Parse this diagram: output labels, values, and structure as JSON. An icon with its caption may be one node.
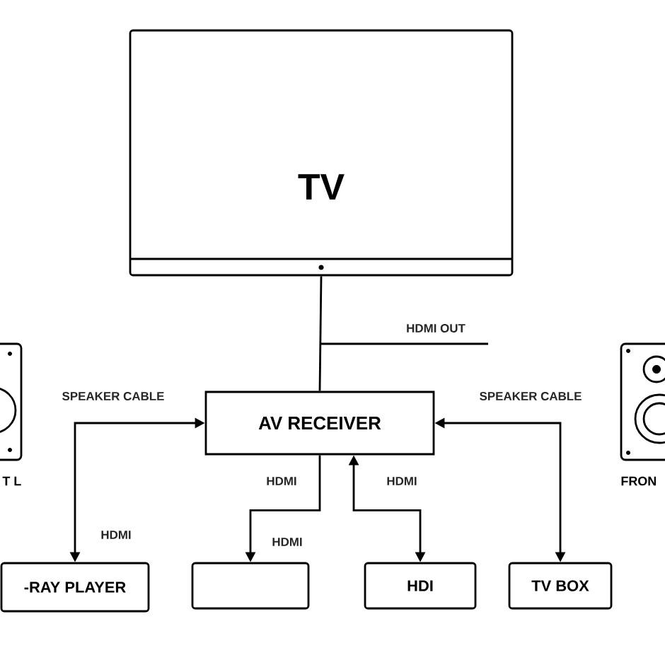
{
  "diagram": {
    "nodes": [
      {
        "text": [
          "TV"
        ]
      },
      {
        "text": [],
        "shape": "picture",
        "beside": [
          "T L"
        ]
      },
      {
        "text": [
          "AV RECEIVER"
        ]
      },
      {
        "text": [],
        "shape": "picture",
        "beside": [
          "FRON"
        ]
      },
      {
        "text": [
          "-RAY PLAYER"
        ]
      },
      {
        "text": [],
        "shape": "box"
      },
      {
        "text": [
          "HDI"
        ]
      },
      {
        "text": [
          "TV BOX"
        ]
      }
    ],
    "edges": [
      {
        "from": 0,
        "to": 2,
        "arrow": "none"
      },
      {
        "from": 2,
        "to": 4,
        "arrow": "both",
        "label": "SPEAKER CABLE"
      },
      {
        "from": 2,
        "to": 5,
        "arrow": "to",
        "label": "HDMI"
      },
      {
        "from": 2,
        "to": 6,
        "arrow": "both",
        "label": "HDMI"
      },
      {
        "from": 2,
        "to": 7,
        "arrow": "both",
        "label": "SPEAKER CABLE"
      }
    ],
    "labels": [
      "HDMI OUT",
      "HDMI",
      "HDMI"
    ]
  }
}
